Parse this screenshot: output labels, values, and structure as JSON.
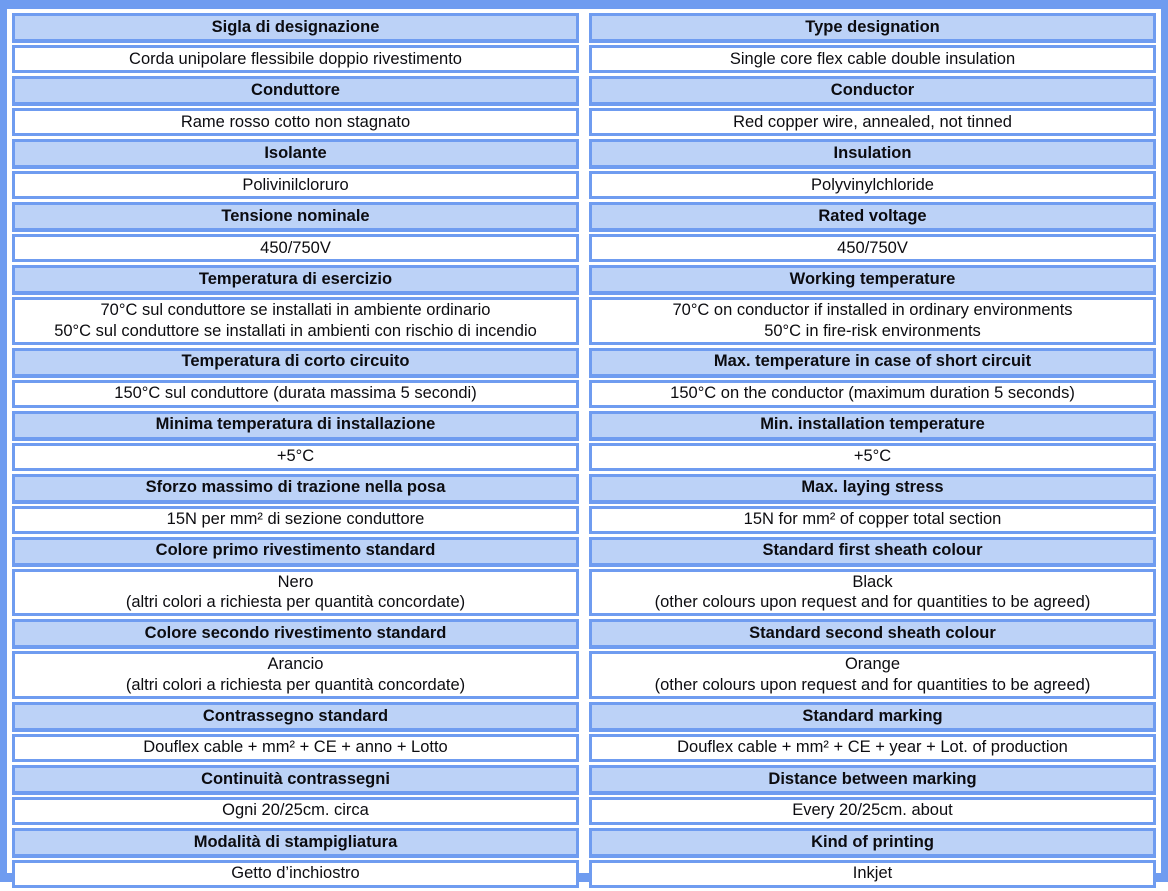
{
  "document": {
    "kind": "cable-specification-table",
    "columns": [
      "italian",
      "english"
    ],
    "colors": {
      "border_blue": "#6f9cf0",
      "header_fill": "#bcd2f7",
      "value_fill": "#ffffff",
      "text": "#0c0c10"
    }
  },
  "rows": [
    {
      "it_label": "Sigla di designazione",
      "it_value": "Corda unipolare flessibile doppio rivestimento",
      "en_label": "Type designation",
      "en_value": "Single core flex cable double insulation",
      "multiline": false
    },
    {
      "it_label": "Conduttore",
      "it_value": "Rame rosso cotto non stagnato",
      "en_label": "Conductor",
      "en_value": "Red copper wire, annealed, not tinned",
      "multiline": false
    },
    {
      "it_label": "Isolante",
      "it_value": "Polivinilcloruro",
      "en_label": "Insulation",
      "en_value": "Polyvinylchloride",
      "multiline": false
    },
    {
      "it_label": "Tensione nominale",
      "it_value": "450/750V",
      "en_label": "Rated voltage",
      "en_value": "450/750V",
      "multiline": false
    },
    {
      "it_label": "Temperatura di esercizio",
      "it_value": "70°C sul conduttore se installati in ambiente ordinario\n50°C sul conduttore se installati in ambienti con rischio di incendio",
      "en_label": "Working temperature",
      "en_value": "70°C on conductor if installed in ordinary environments\n50°C in fire-risk environments",
      "multiline": true
    },
    {
      "it_label": "Temperatura di corto circuito",
      "it_value": "150°C sul conduttore (durata massima 5 secondi)",
      "en_label": "Max. temperature in case of short circuit",
      "en_value": "150°C on the conductor (maximum duration 5 seconds)",
      "multiline": false
    },
    {
      "it_label": "Minima temperatura di installazione",
      "it_value": "+5°C",
      "en_label": "Min. installation temperature",
      "en_value": "+5°C",
      "multiline": false
    },
    {
      "it_label": "Sforzo massimo di trazione nella posa",
      "it_value": "15N per mm² di sezione conduttore",
      "en_label": "Max. laying stress",
      "en_value": "15N for mm² of copper total section",
      "multiline": false
    },
    {
      "it_label": "Colore primo rivestimento standard",
      "it_value": "Nero\n(altri colori a richiesta per quantità concordate)",
      "en_label": "Standard first sheath colour",
      "en_value": "Black\n(other colours upon request and for quantities to be agreed)",
      "multiline": true
    },
    {
      "it_label": "Colore secondo rivestimento standard",
      "it_value": "Arancio\n(altri colori a richiesta per quantità concordate)",
      "en_label": "Standard second sheath colour",
      "en_value": "Orange\n(other colours upon request and for quantities to be agreed)",
      "multiline": true
    },
    {
      "it_label": "Contrassegno standard",
      "it_value": "Douflex cable + mm² + CE + anno + Lotto",
      "en_label": "Standard marking",
      "en_value": "Douflex cable + mm² + CE + year + Lot. of production",
      "multiline": false
    },
    {
      "it_label": "Continuità contrassegni",
      "it_value": "Ogni 20/25cm. circa",
      "en_label": "Distance between marking",
      "en_value": "Every 20/25cm. about",
      "multiline": false
    },
    {
      "it_label": "Modalità di stampigliatura",
      "it_value": "Getto d’inchiostro",
      "en_label": "Kind of printing",
      "en_value": "Inkjet",
      "multiline": false
    }
  ]
}
